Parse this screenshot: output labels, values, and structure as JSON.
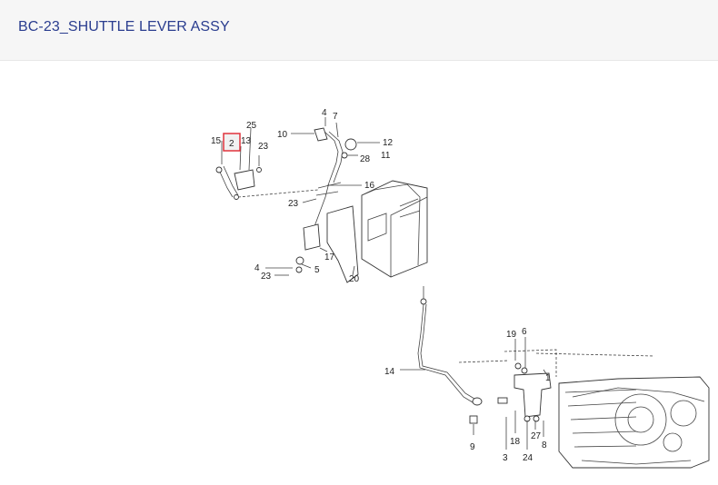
{
  "header": {
    "title": "BC-23_SHUTTLE LEVER ASSY"
  },
  "callouts": {
    "c15": "15",
    "c2": "2",
    "c13": "13",
    "c25": "25",
    "c23a": "23",
    "c10": "10",
    "c4a": "4",
    "c7": "7",
    "c12": "12",
    "c28": "28",
    "c11": "11",
    "c16": "16",
    "c23b": "23",
    "c17": "17",
    "c4b": "4",
    "c5": "5",
    "c23c": "23",
    "c20": "20",
    "c14": "14",
    "c19": "19",
    "c6": "6",
    "c1": "1",
    "c9": "9",
    "c3": "3",
    "c18": "18",
    "c24": "24",
    "c27": "27",
    "c8": "8"
  },
  "highlighted_callout": "2"
}
